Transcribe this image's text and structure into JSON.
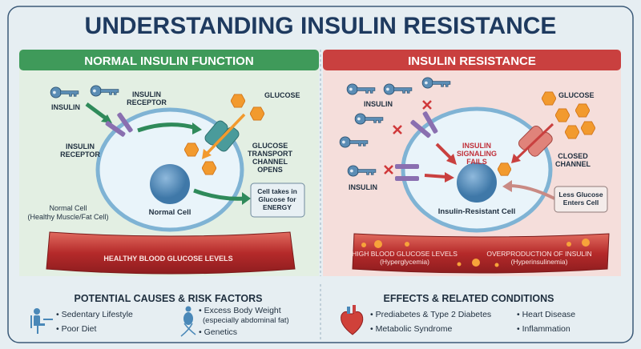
{
  "title": "UNDERSTANDING INSULIN RESISTANCE",
  "colors": {
    "navy": "#1e3a5f",
    "green": "#3f9a5a",
    "red": "#c9403f",
    "glucose": "#f29a2e",
    "key": "#5b8db5"
  },
  "normal": {
    "header": "NORMAL INSULIN FUNCTION",
    "insulin": "INSULIN",
    "receptor_a": [
      "INSULIN",
      "RECEPTOR"
    ],
    "receptor_b": [
      "INSULIN",
      "RECEPTOR"
    ],
    "glucose": "GLUCOSE",
    "channel": [
      "GLUCOSE",
      "TRANSPORT",
      "CHANNEL",
      "OPENS"
    ],
    "cell_label": [
      "Normal Cell",
      "(Healthy Muscle/Fat Cell)"
    ],
    "nucleus_label": "Normal Cell",
    "callout": [
      "Cell takes in",
      "Glucose for",
      "ENERGY"
    ],
    "vessel": "HEALTHY BLOOD GLUCOSE LEVELS"
  },
  "resistance": {
    "header": "INSULIN RESISTANCE",
    "insulin_top": "INSULIN",
    "insulin_bottom": "INSULIN",
    "signal": [
      "INSULIN",
      "SIGNALING",
      "FAILS"
    ],
    "glucose": "GLUCOSE",
    "channel": [
      "CLOSED",
      "CHANNEL"
    ],
    "callout": [
      "Less Glucose",
      "Enters Cell"
    ],
    "cell_label": "Insulin-Resistant Cell",
    "vessel_left": [
      "HIGH BLOOD GLUCOSE LEVELS",
      "(Hyperglycemia)"
    ],
    "vessel_right": [
      "OVERPRODUCTION OF INSULIN",
      "(Hyperinsulinemia)"
    ]
  },
  "causes": {
    "heading": "POTENTIAL CAUSES & RISK FACTORS",
    "items": [
      "Sedentary Lifestyle",
      "Poor Diet",
      "Excess Body Weight",
      "(especially abdominal fat)",
      "Genetics"
    ],
    "icons": [
      "person-at-desk-icon",
      "body-weight-icon",
      "dna-icon"
    ]
  },
  "effects": {
    "heading": "EFFECTS & RELATED CONDITIONS",
    "items": [
      "Prediabetes & Type 2 Diabetes",
      "Metabolic Syndrome",
      "Heart Disease",
      "Inflammation"
    ],
    "icons": [
      "heart-icon"
    ]
  }
}
